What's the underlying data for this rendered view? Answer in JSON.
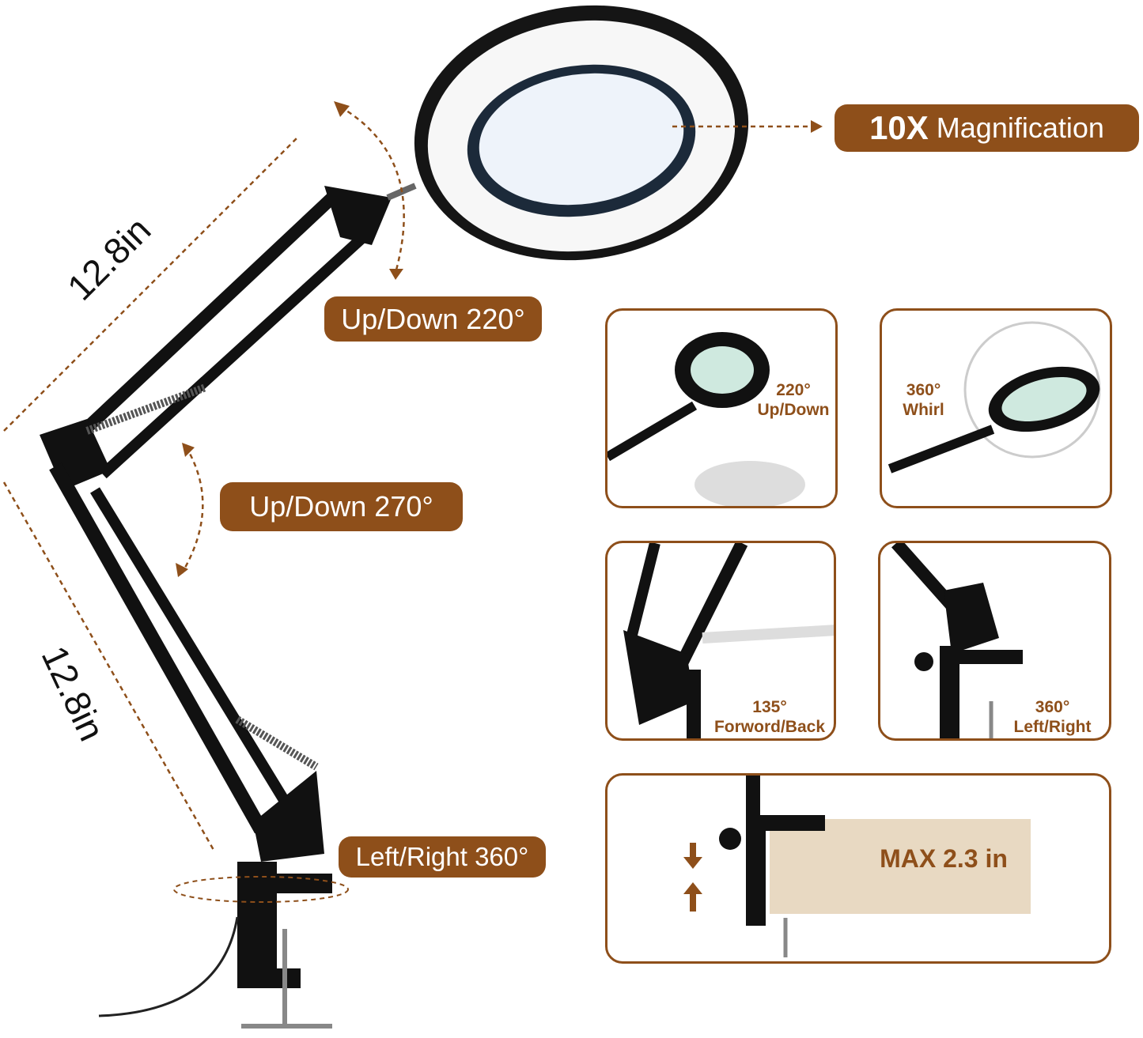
{
  "callouts": {
    "magnification_strong": "10X",
    "magnification_rest": "Magnification",
    "head_rotation": "Up/Down 220°",
    "elbow_rotation": "Up/Down 270°",
    "base_rotation": "Left/Right 360°"
  },
  "dimensions": {
    "upper_arm": "12.8in",
    "lower_arm": "12.8in"
  },
  "panels": [
    {
      "value": "220°",
      "label": "Up/Down"
    },
    {
      "value": "360°",
      "label": "Whirl"
    },
    {
      "value": "135°",
      "label": "Forword/Back"
    },
    {
      "value": "360°",
      "label": "Left/Right"
    }
  ],
  "clamp_panel": {
    "label": "MAX 2.3 in"
  },
  "colors": {
    "accent": "#8E4F1A",
    "lamp": "#111111"
  }
}
